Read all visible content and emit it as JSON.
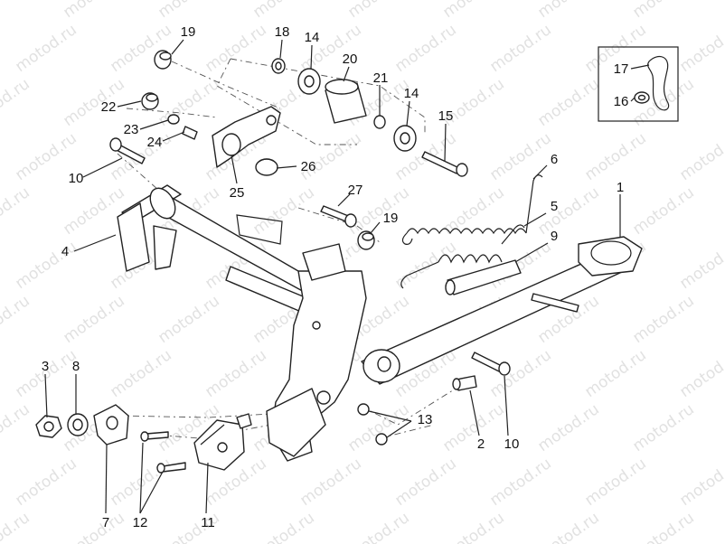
{
  "watermark": {
    "text": "motod.ru"
  },
  "callouts": [
    {
      "id": "1",
      "label": "1"
    },
    {
      "id": "2",
      "label": "2"
    },
    {
      "id": "3",
      "label": "3"
    },
    {
      "id": "4",
      "label": "4"
    },
    {
      "id": "5",
      "label": "5"
    },
    {
      "id": "6",
      "label": "6"
    },
    {
      "id": "7",
      "label": "7"
    },
    {
      "id": "8",
      "label": "8"
    },
    {
      "id": "9",
      "label": "9"
    },
    {
      "id": "10a",
      "label": "10"
    },
    {
      "id": "10b",
      "label": "10"
    },
    {
      "id": "11",
      "label": "11"
    },
    {
      "id": "12",
      "label": "12"
    },
    {
      "id": "13",
      "label": "13"
    },
    {
      "id": "14a",
      "label": "14"
    },
    {
      "id": "14b",
      "label": "14"
    },
    {
      "id": "15",
      "label": "15"
    },
    {
      "id": "16",
      "label": "16"
    },
    {
      "id": "17",
      "label": "17"
    },
    {
      "id": "18",
      "label": "18"
    },
    {
      "id": "19a",
      "label": "19"
    },
    {
      "id": "19b",
      "label": "19"
    },
    {
      "id": "20",
      "label": "20"
    },
    {
      "id": "21",
      "label": "21"
    },
    {
      "id": "22",
      "label": "22"
    },
    {
      "id": "23",
      "label": "23"
    },
    {
      "id": "24",
      "label": "24"
    },
    {
      "id": "25",
      "label": "25"
    },
    {
      "id": "26",
      "label": "26"
    },
    {
      "id": "27",
      "label": "27"
    }
  ]
}
